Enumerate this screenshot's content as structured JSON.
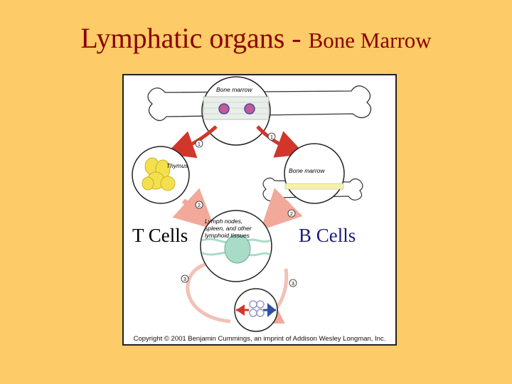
{
  "slide": {
    "title_main": "Lymphatic organs - ",
    "title_sub": "Bone Marrow"
  },
  "labels": {
    "t_cells": "T Cells",
    "b_cells": "B Cells"
  },
  "figure": {
    "bone_marrow_top": "Bone marrow",
    "thymus": "Thymus",
    "bone_marrow_right": "Bone marrow",
    "lymph_line1": "Lymph nodes,",
    "lymph_line2": "spleen, and other",
    "lymph_line3": "lymphoid tissues",
    "step1_left": "1",
    "step1_right": "1",
    "step2_left": "2",
    "step2_right": "2",
    "step3_left": "3",
    "step3_right": "3",
    "copyright": "Copyright © 2001 Benjamin Cummings, an imprint of Addison Wesley Longman, Inc."
  },
  "colors": {
    "background": "#FDCB67",
    "title": "#8B0000",
    "arrow_red": "#D2362B",
    "arrow_pink": "#F2A99A",
    "thymus": "#F4E04D",
    "lymph_node": "#A9DCC7",
    "b_label": "#1a1a80"
  }
}
